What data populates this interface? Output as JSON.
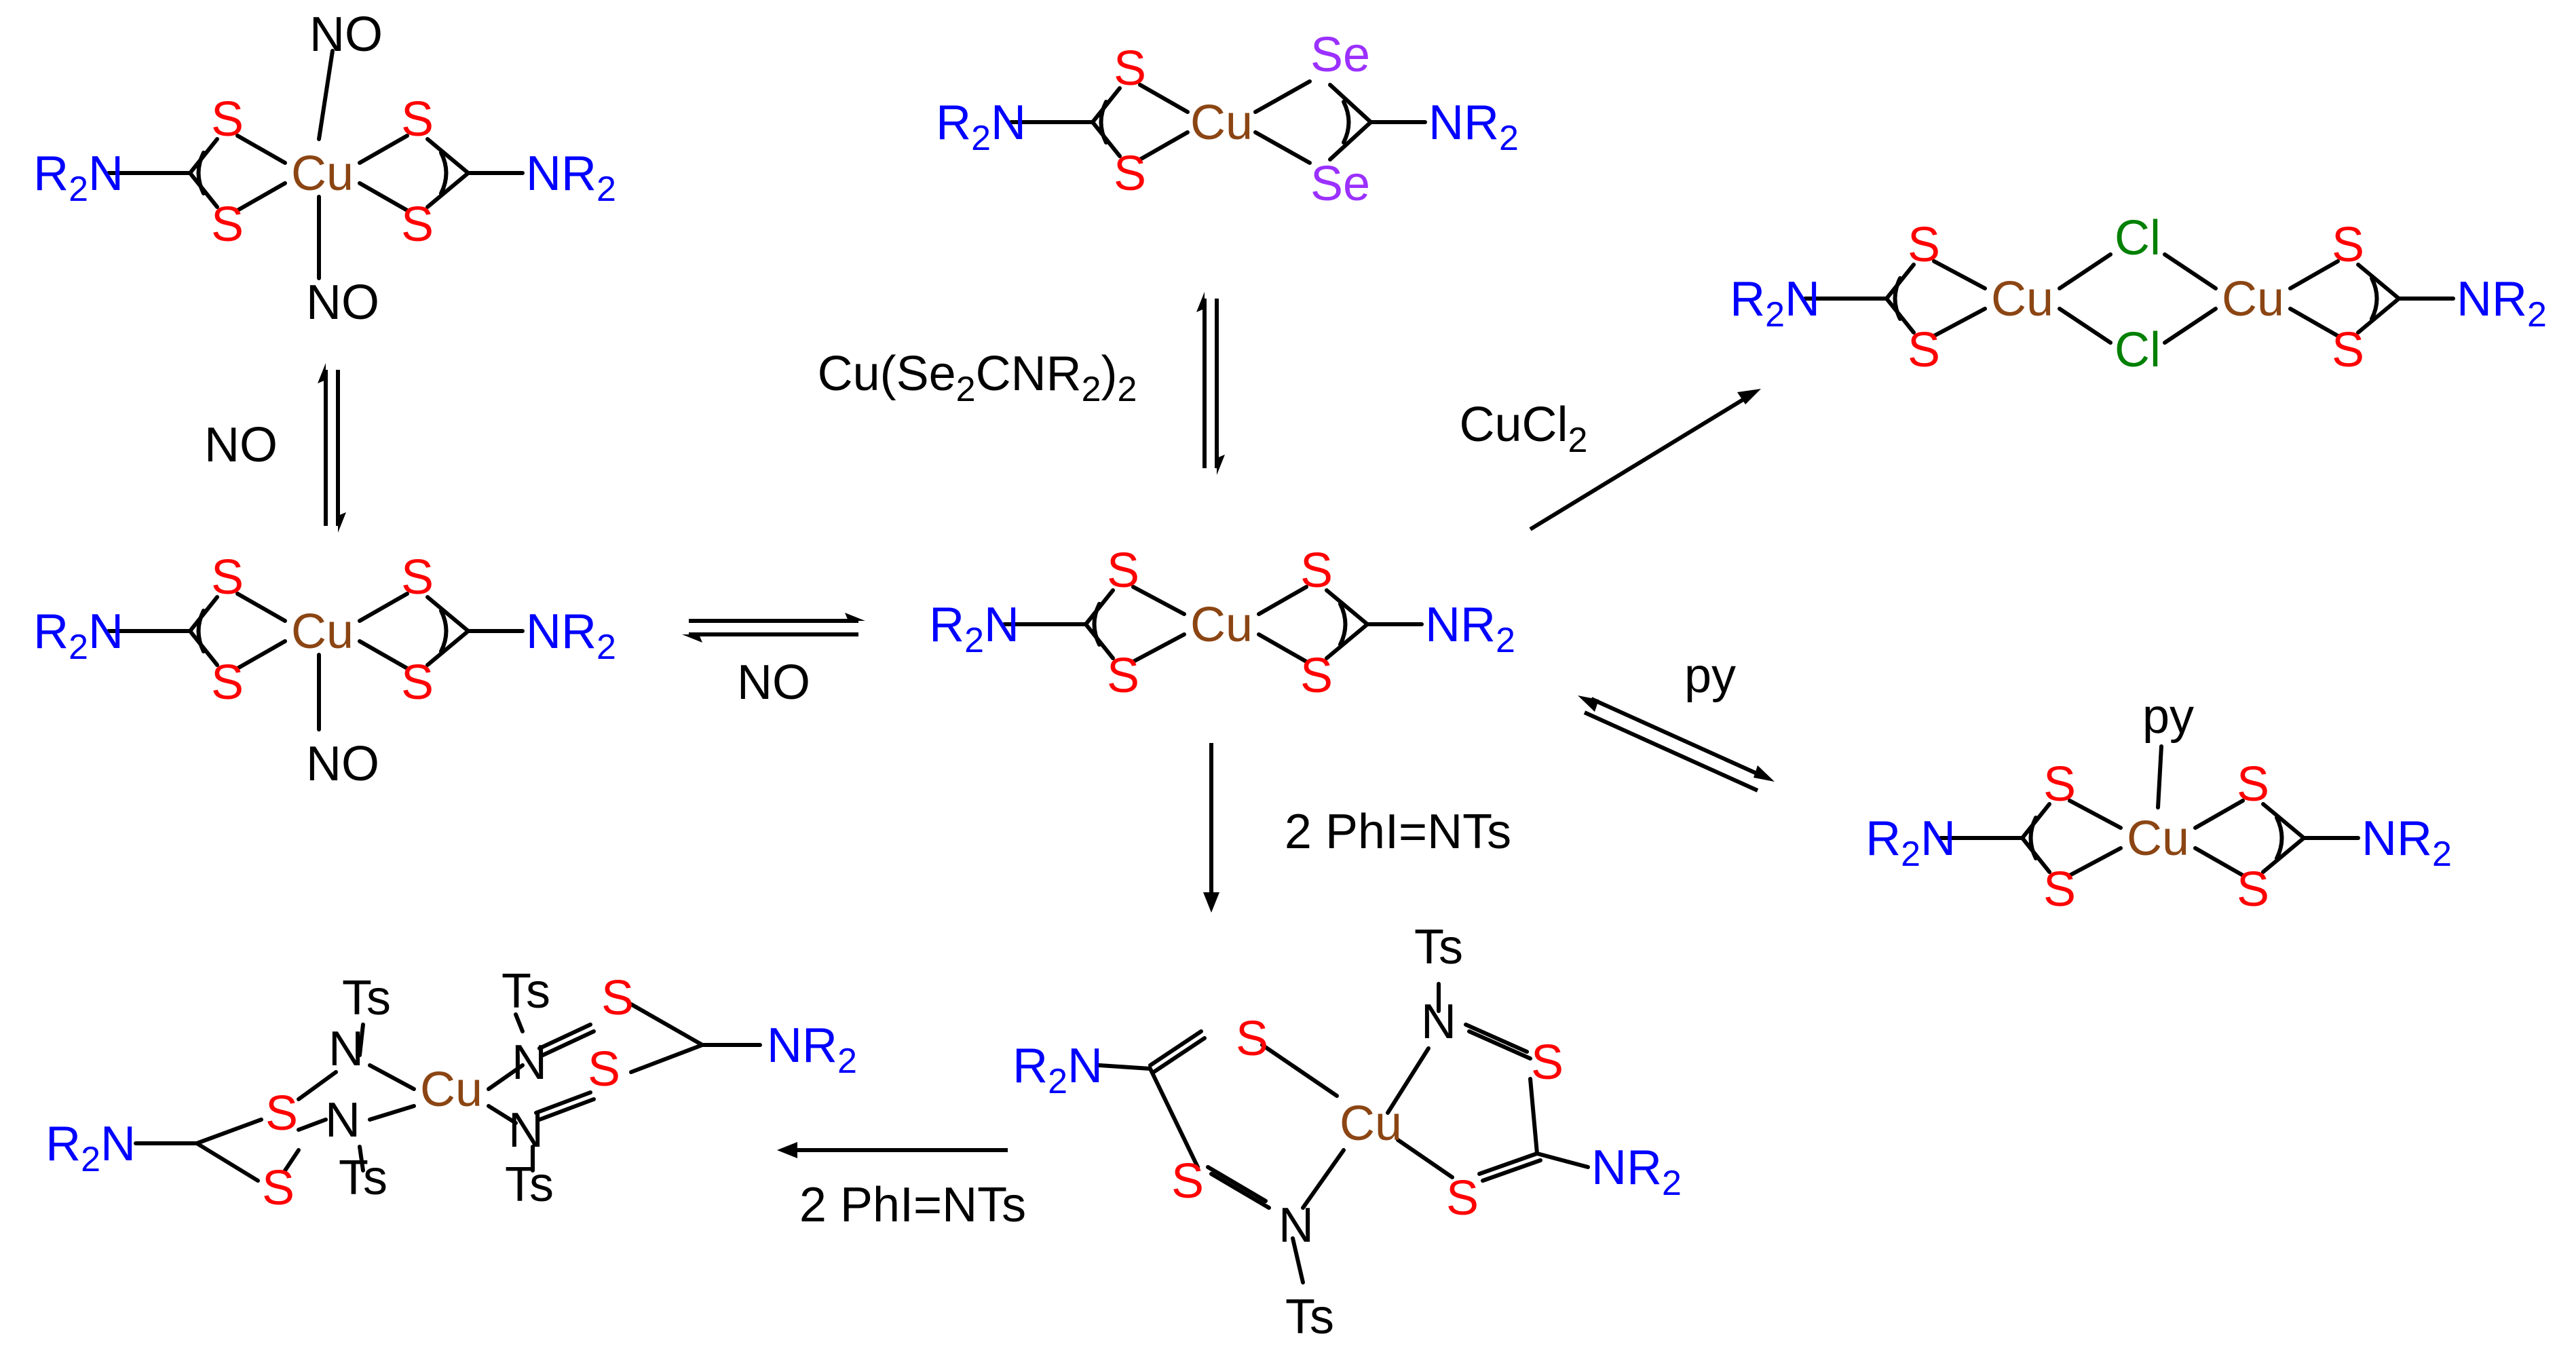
{
  "colors": {
    "copper": "#8B4513",
    "sulfur": "#FF0000",
    "selenium": "#9B30FF",
    "chlorine": "#008000",
    "amine": "#0000FF",
    "reagent": "#000000"
  },
  "labels": {
    "cu": "Cu",
    "s": "S",
    "se": "Se",
    "cl": "Cl",
    "no": "NO",
    "n": "N",
    "ts": "Ts",
    "py": "py",
    "r2n_r": "R",
    "r2n_2": "2",
    "r2n_n": "N",
    "nr2_nr": "NR",
    "nr2_2": "2"
  },
  "reagents": {
    "no": "NO",
    "cu_se_part1": "Cu(Se",
    "cu_se_sub1": "2",
    "cu_se_part2": "CNR",
    "cu_se_sub2": "2",
    "cu_se_part3": ")",
    "cu_se_sub3": "2",
    "cucl2_part1": "CuCl",
    "cucl2_sub": "2",
    "py": "py",
    "phinets": "2 PhI=NTs"
  }
}
